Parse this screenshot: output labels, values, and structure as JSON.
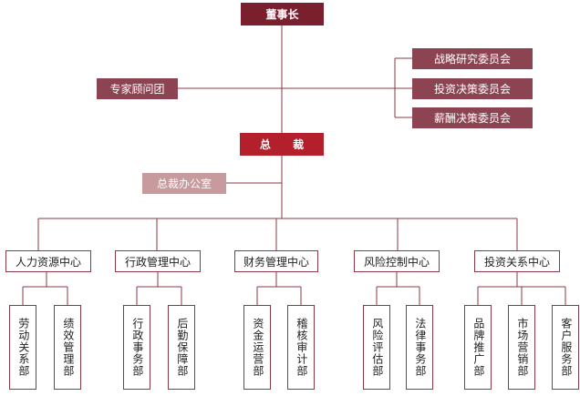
{
  "org": {
    "chairman": "董事长",
    "advisory": "专家顾问团",
    "committees": [
      "战略研究委员会",
      "投资决策委员会",
      "薪酬决策委员会"
    ],
    "president": "总 裁",
    "office": "总裁办公室",
    "centers": [
      {
        "name": "人力资源中心",
        "depts": [
          "劳动关系部",
          "绩效管理部"
        ]
      },
      {
        "name": "行政管理中心",
        "depts": [
          "行政事务部",
          "后勤保障部"
        ]
      },
      {
        "name": "财务管理中心",
        "depts": [
          "资金运营部",
          "稽核审计部"
        ]
      },
      {
        "name": "风险控制中心",
        "depts": [
          "风险评估部",
          "法律事务部"
        ]
      },
      {
        "name": "投资关系中心",
        "depts": [
          "品牌推广部",
          "市场营销部",
          "客户服务部"
        ]
      }
    ]
  },
  "colors": {
    "dark": "#7a1f2e",
    "red": "#b3202c",
    "mid": "#8c4452",
    "light": "#c79a9e",
    "line": "#8a3a46"
  }
}
